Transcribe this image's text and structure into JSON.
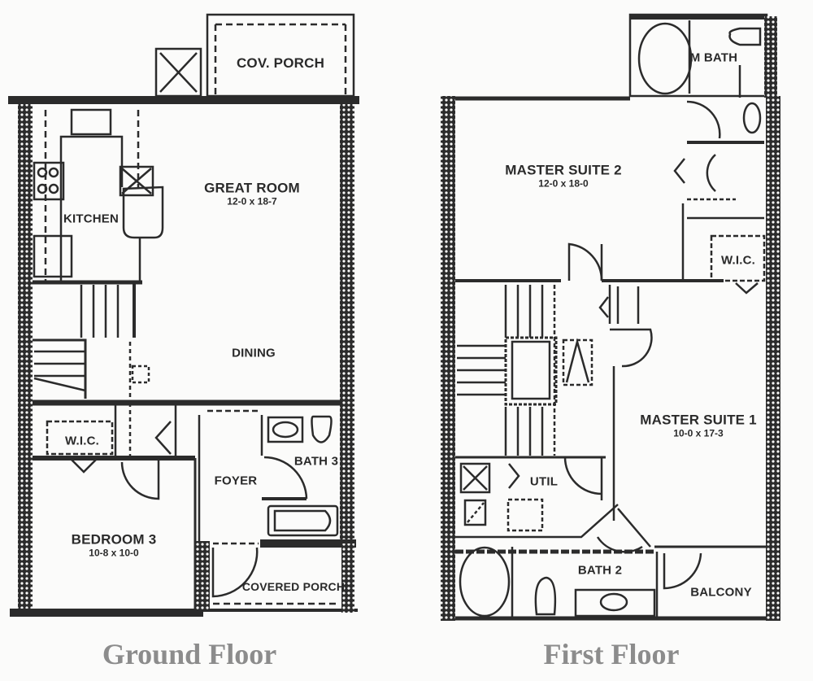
{
  "floors": [
    {
      "title": "Ground Floor",
      "rooms": [
        {
          "name": "COV. PORCH",
          "dims": ""
        },
        {
          "name": "GREAT ROOM",
          "dims": "12-0 x 18-7"
        },
        {
          "name": "KITCHEN",
          "dims": ""
        },
        {
          "name": "DINING",
          "dims": ""
        },
        {
          "name": "W.I.C.",
          "dims": ""
        },
        {
          "name": "FOYER",
          "dims": ""
        },
        {
          "name": "BATH 3",
          "dims": ""
        },
        {
          "name": "BEDROOM 3",
          "dims": "10-8 x 10-0"
        },
        {
          "name": "COVERED PORCH",
          "dims": ""
        }
      ]
    },
    {
      "title": "First Floor",
      "rooms": [
        {
          "name": "M BATH",
          "dims": ""
        },
        {
          "name": "MASTER SUITE 2",
          "dims": "12-0 x 18-0"
        },
        {
          "name": "W.I.C.",
          "dims": ""
        },
        {
          "name": "MASTER SUITE 1",
          "dims": "10-0 x 17-3"
        },
        {
          "name": "UTIL",
          "dims": ""
        },
        {
          "name": "BATH 2",
          "dims": ""
        },
        {
          "name": "BALCONY",
          "dims": ""
        }
      ]
    }
  ],
  "colors": {
    "wall": "#2b2b2b",
    "title": "#8c8c8c",
    "background": "#fbfbfa"
  }
}
